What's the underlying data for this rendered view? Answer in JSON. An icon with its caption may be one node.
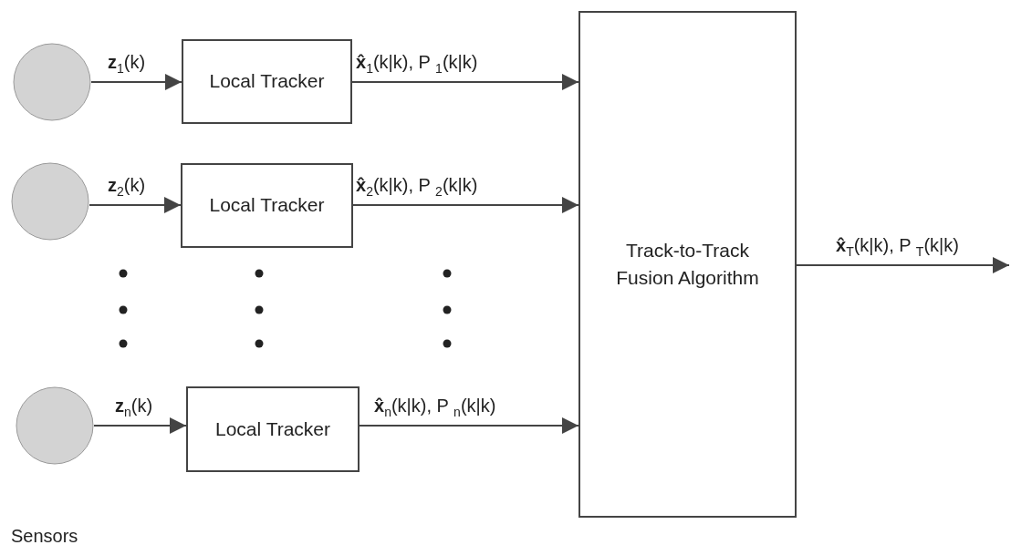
{
  "diagram": {
    "nodes": [
      {
        "text": [],
        "shape": "circle"
      },
      {
        "text": [
          "Local Tracker"
        ]
      },
      {
        "text": [],
        "shape": "circle"
      },
      {
        "text": [
          "Local Tracker"
        ]
      },
      {
        "text": [],
        "shape": "circle"
      },
      {
        "text": [
          "Local Tracker"
        ]
      },
      {
        "text": [
          "Track-to-Track Fusion Algorithm"
        ]
      }
    ],
    "edges": [
      {
        "from": 0,
        "to": 1,
        "arrow": "to",
        "label": "**z**$_{1}$(k)"
      },
      {
        "from": 1,
        "to": 6,
        "arrow": "to",
        "label": "**x̂**$_{1}$(k|k), P $_{1}$(k|k)"
      },
      {
        "from": 2,
        "to": 3,
        "arrow": "to",
        "label": "**z**$_{2}$(k)"
      },
      {
        "from": 3,
        "to": 6,
        "arrow": "to",
        "label": "**x̂**$_{2}$(k|k), P $_{2}$(k|k)"
      },
      {
        "from": 4,
        "to": 5,
        "arrow": "to",
        "label": "**z**$_{n}$(k)"
      },
      {
        "from": 5,
        "to": 6,
        "arrow": "to",
        "label": "**x̂**$_{n}$(k|k), P $_{n}$(k|k)"
      },
      {
        "from": 6,
        "to": null,
        "arrow": "to",
        "label": "**x̂**$_{T}$(k|k), P $_{T}$(k|k)"
      }
    ],
    "labels": [
      "Sensors"
    ]
  }
}
